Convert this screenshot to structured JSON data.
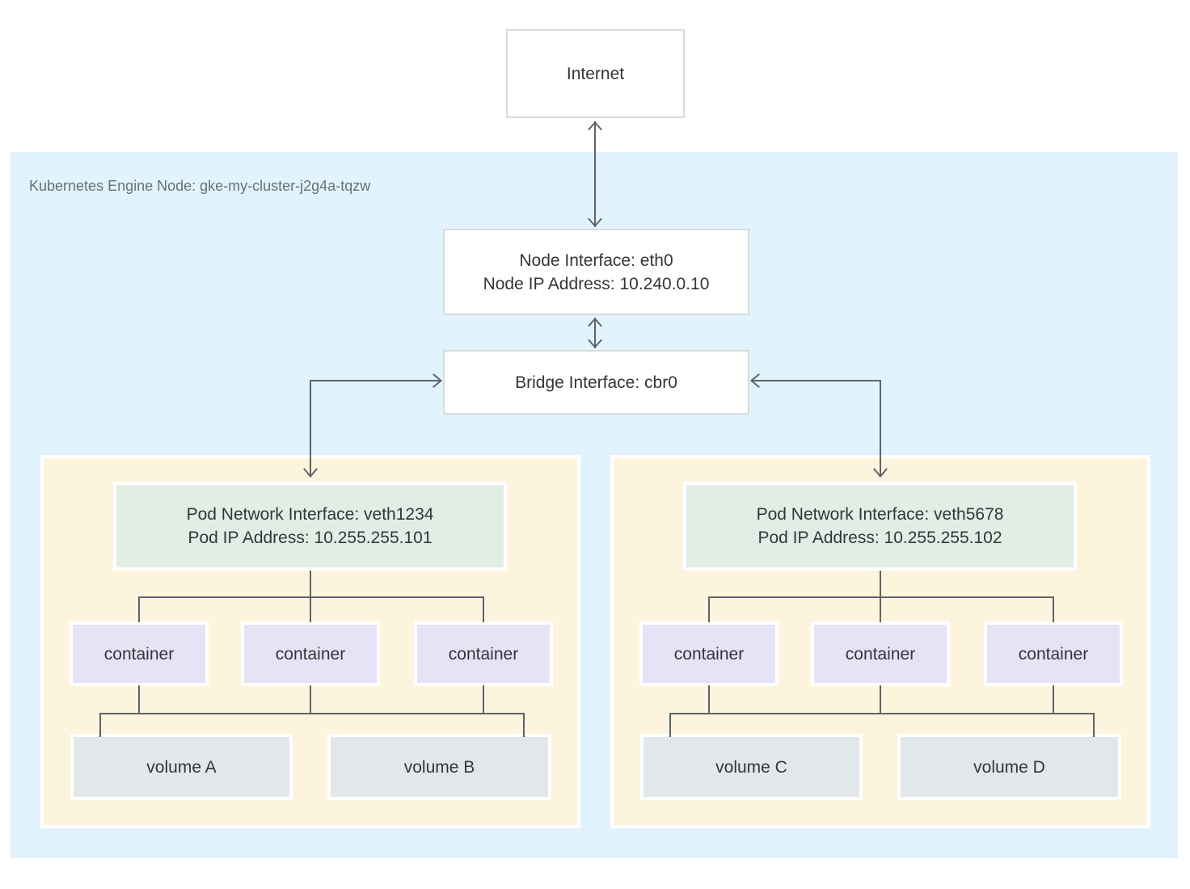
{
  "colors": {
    "node-bg": "#e1f3fc",
    "pod-bg": "#fcf4dc",
    "interface-bg": "#e1eee6",
    "container-bg": "#e7e2f5",
    "volume-bg": "#e2e7ea",
    "box-border": "#d9dadb",
    "line": "#5f6368",
    "text": "#323639",
    "label-text": "#6b7075"
  },
  "internet": {
    "label": "Internet"
  },
  "node": {
    "label": "Kubernetes Engine Node: gke-my-cluster-j2g4a-tqzw",
    "interface": {
      "line1": "Node Interface: eth0",
      "line2": "Node IP Address: 10.240.0.10"
    },
    "bridge": {
      "label": "Bridge Interface: cbr0"
    },
    "pods": [
      {
        "interface": {
          "line1": "Pod Network Interface: veth1234",
          "line2": "Pod IP Address: 10.255.255.101"
        },
        "containers": [
          "container",
          "container",
          "container"
        ],
        "volumes": [
          "volume A",
          "volume B"
        ]
      },
      {
        "interface": {
          "line1": "Pod Network Interface: veth5678",
          "line2": "Pod IP Address: 10.255.255.102"
        },
        "containers": [
          "container",
          "container",
          "container"
        ],
        "volumes": [
          "volume C",
          "volume D"
        ]
      }
    ]
  }
}
